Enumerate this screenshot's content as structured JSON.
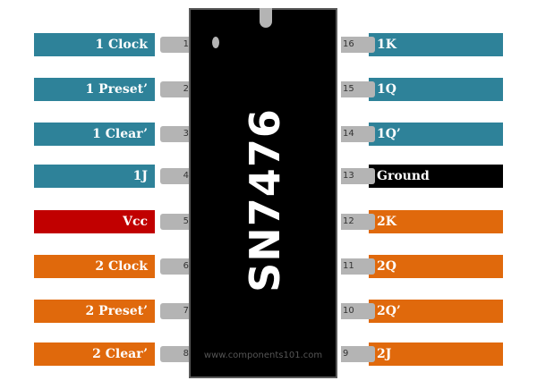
{
  "chip": {
    "name": "SN7476",
    "watermark": "www.components101.com"
  },
  "colors": {
    "teal": "#2e8299",
    "red": "#c10000",
    "orange": "#e0690c",
    "black": "#000000"
  },
  "left_pins": [
    {
      "num": "1",
      "label": "1 Clock",
      "color": "teal"
    },
    {
      "num": "2",
      "label": "1 Preset’",
      "color": "teal"
    },
    {
      "num": "3",
      "label": "1 Clear’",
      "color": "teal"
    },
    {
      "num": "4",
      "label": "1J",
      "color": "teal"
    },
    {
      "num": "5",
      "label": "Vcc",
      "color": "red"
    },
    {
      "num": "6",
      "label": "2 Clock",
      "color": "orange"
    },
    {
      "num": "7",
      "label": "2 Preset’",
      "color": "orange"
    },
    {
      "num": "8",
      "label": "2 Clear’",
      "color": "orange"
    }
  ],
  "right_pins": [
    {
      "num": "16",
      "label": "1K",
      "color": "teal"
    },
    {
      "num": "15",
      "label": "1Q",
      "color": "teal"
    },
    {
      "num": "14",
      "label": "1Q’",
      "color": "teal"
    },
    {
      "num": "13",
      "label": "Ground",
      "color": "black"
    },
    {
      "num": "12",
      "label": "2K",
      "color": "orange"
    },
    {
      "num": "11",
      "label": "2Q",
      "color": "orange"
    },
    {
      "num": "10",
      "label": "2Q’",
      "color": "orange"
    },
    {
      "num": "9",
      "label": "2J",
      "color": "orange"
    }
  ]
}
